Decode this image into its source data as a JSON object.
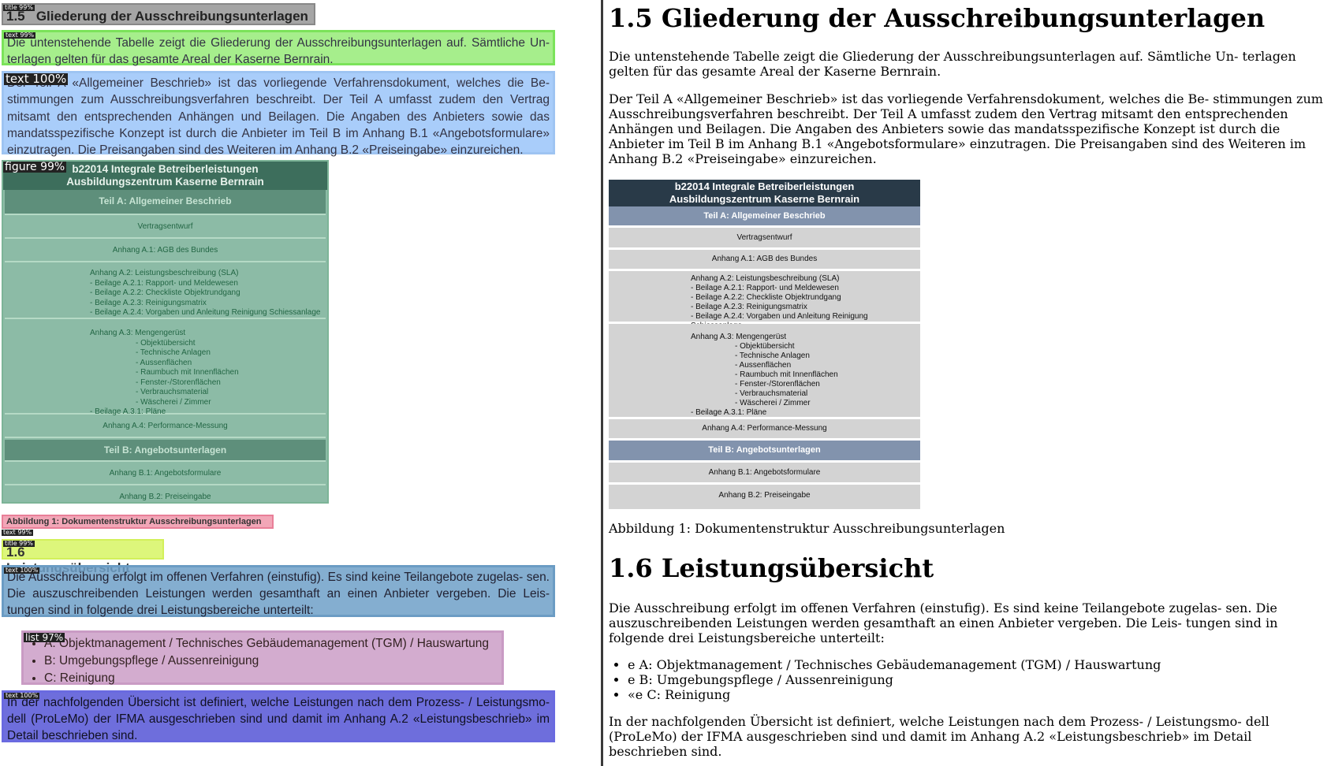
{
  "detections": {
    "title1": "title 99%",
    "text1": "text 99%",
    "text2": "text 100%",
    "figure": "figure 99%",
    "text_caption": "text 99%",
    "title2": "title 99%",
    "text3": "text 100%",
    "list": "list 97%",
    "text4": "text 100%"
  },
  "left": {
    "heading1_num": "1.5",
    "heading1_text": "Gliederung der Ausschreibungsunterlagen",
    "para1": "Die untenstehende Tabelle zeigt die Gliederung der Ausschreibungsunterlagen auf. Sämtliche Un- terlagen gelten für das gesamte Areal der Kaserne Bernrain.",
    "para2": "Der Teil A «Allgemeiner Beschrieb» ist das vorliegende Verfahrensdokument, welches die Be- stimmungen zum Ausschreibungsverfahren beschreibt. Der Teil A umfasst zudem den Vertrag mitsamt den entsprechenden Anhängen und Beilagen. Die Angaben des Anbieters sowie das mandatsspezifische Konzept ist durch die Anbieter im Teil B im Anhang B.1 «Angebotsformulare» einzutragen. Die Preisangaben sind des Weiteren im Anhang B.2 «Preiseingabe» einzureichen.",
    "caption": "Abbildung 1: Dokumentenstruktur Ausschreibungsunterlagen",
    "heading2_num": "1.6",
    "heading2_text": "Leistungsübersicht",
    "para3": "Die Ausschreibung erfolgt im offenen Verfahren (einstufig). Es sind keine Teilangebote zugelas- sen. Die auszuschreibenden Leistungen werden gesamthaft an einen Anbieter vergeben. Die Leis- tungen sind in folgende drei Leistungsbereiche unterteilt:",
    "list": [
      "A: Objektmanagement / Technisches Gebäudemanagement (TGM) / Hauswartung",
      "B: Umgebungspflege / Aussenreinigung",
      "C: Reinigung"
    ],
    "para4": "In der nachfolgenden Übersicht ist definiert, welche Leistungen nach dem Prozess- / Leistungsmo- dell (ProLeMo) der IFMA ausgeschrieben sind und damit im Anhang A.2 «Leistungsbeschrieb» im Detail beschrieben sind."
  },
  "figure": {
    "header_line1": "b22014 Integrale Betreiberleistungen",
    "header_line2": "Ausbildungszentrum Kaserne Bernrain",
    "section_a": "Teil A: Allgemeiner Beschrieb",
    "row_vertrag": "Vertragsentwurf",
    "row_a1": "Anhang A.1: AGB des Bundes",
    "a2_title": "Anhang A.2: Leistungsbeschreibung (SLA)",
    "a2_items": [
      "- Beilage A.2.1: Rapport- und Meldewesen",
      "- Beilage A.2.2: Checkliste Objektrundgang",
      "- Beilage A.2.3: Reinigungsmatrix",
      "- Beilage A.2.4: Vorgaben und Anleitung Reinigung Schiessanlage"
    ],
    "a3_title": "Anhang A.3: Mengengerüst",
    "a3_items": [
      "- Objektübersicht",
      "- Technische Anlagen",
      "- Aussenflächen",
      "- Raumbuch mit Innenflächen",
      "- Fenster-/Storenflächen",
      "- Verbrauchsmaterial",
      "- Wäscherei / Zimmer"
    ],
    "a3_last": "- Beilage A.3.1: Pläne",
    "row_a4": "Anhang A.4: Performance-Messung",
    "section_b": "Teil B: Angebotsunterlagen",
    "row_b1": "Anhang B.1: Angebotsformulare",
    "row_b2": "Anhang B.2: Preiseingabe"
  },
  "right": {
    "heading1": "1.5 Gliederung der Ausschreibungsunterlagen",
    "para1": "Die untenstehende Tabelle zeigt die Gliederung der Ausschreibungsunterlagen auf. Sämtliche Un- terlagen gelten für das gesamte Areal der Kaserne Bernrain.",
    "para2": "Der Teil A «Allgemeiner Beschrieb» ist das vorliegende Verfahrensdokument, welches die Be- stimmungen zum Ausschreibungsverfahren beschreibt. Der Teil A umfasst zudem den Vertrag mitsamt den entsprechenden Anhängen und Beilagen. Die Angaben des Anbieters sowie das mandatsspezifische Konzept ist durch die Anbieter im Teil B im Anhang B.1 «Angebotsformulare» einzutragen. Die Preisangaben sind des Weiteren im Anhang B.2 «Preiseingabe» einzureichen.",
    "caption": "Abbildung 1: Dokumentenstruktur Ausschreibungsunterlagen",
    "heading2": "1.6 Leistungsübersicht",
    "para3": "Die Ausschreibung erfolgt im offenen Verfahren (einstufig). Es sind keine Teilangebote zugelas- sen. Die auszuschreibenden Leistungen werden gesamthaft an einen Anbieter vergeben. Die Leis- tungen sind in folgende drei Leistungsbereiche unterteilt:",
    "list": [
      "e A: Objektmanagement / Technisches Gebäudemanagement (TGM) / Hauswartung",
      "e B: Umgebungspflege / Aussenreinigung",
      "«e C: Reinigung"
    ],
    "para4": "In der nachfolgenden Übersicht ist definiert, welche Leistungen nach dem Prozess- / Leistungsmo- dell (ProLeMo) der IFMA ausgeschrieben sind und damit im Anhang A.2 «Leistungsbeschrieb» im Detail beschrieben sind."
  },
  "colors": {
    "title1": "#8c8c8c",
    "text1": "#96eb78",
    "text2": "#a0c8fa",
    "figure": "#78af96",
    "caption": "#f096aa",
    "title2": "#d7f564",
    "text3": "#6ea0c8",
    "list": "#cda0c8",
    "text4": "#5a5ad7",
    "table_header": "#293a48",
    "table_section": "#8293ad",
    "table_cell": "#d3d3d3"
  }
}
